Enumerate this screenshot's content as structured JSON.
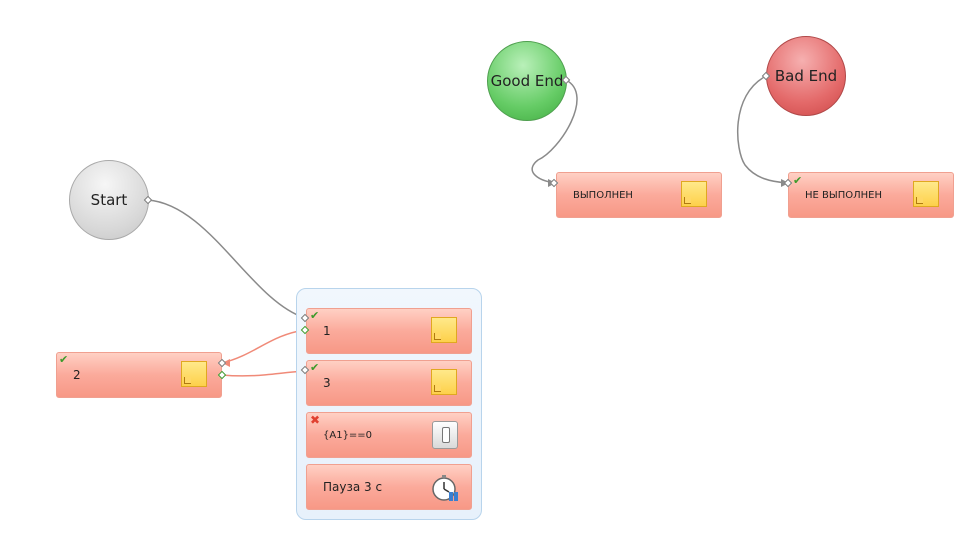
{
  "nodes": {
    "start": "Start",
    "good_end": "Good End",
    "bad_end": "Bad End"
  },
  "blocks": {
    "block_2": "2",
    "block_1": "1",
    "block_3": "3",
    "condition": "{A1}==0",
    "pause": "Пауза 3 с",
    "done": "ВЫПОЛНЕН",
    "not_done": "НЕ ВЫПОЛНЕН"
  },
  "colors": {
    "block": "#f79886",
    "start": "#d8d8d8",
    "good_end": "#66cc66",
    "bad_end": "#e46a6a",
    "group": "#e7f1fb",
    "connector": "#888888",
    "connector_red": "#f08a78"
  },
  "icons": [
    "note-icon",
    "check-icon",
    "cross-icon",
    "switch-icon",
    "timer-icon"
  ]
}
